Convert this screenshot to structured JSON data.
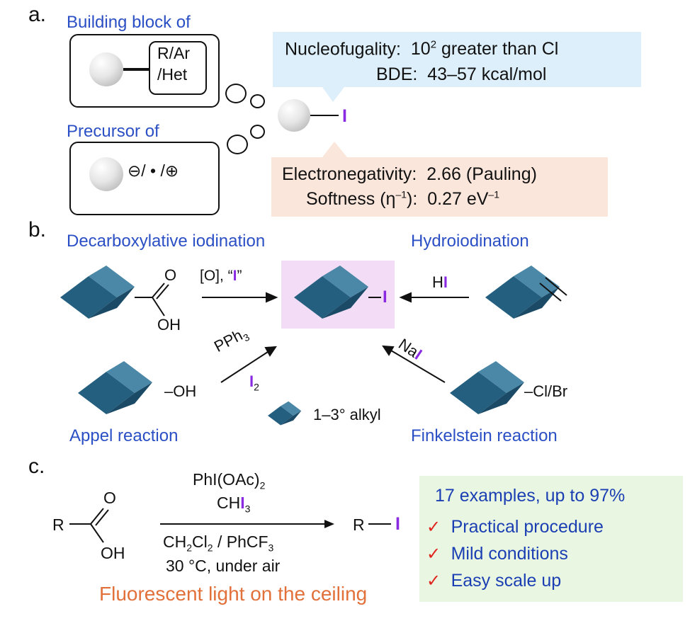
{
  "panel_a": {
    "letter": "a.",
    "building_block_label": "Building block of",
    "r_group_line1": "R/Ar",
    "r_group_line2": "/Het",
    "precursor_label": "Precursor of",
    "species": "⊖/ • /⊕",
    "iodine": "I",
    "nucleofugality_label": "Nucleofugality:",
    "nucleofugality_value_pre": "10",
    "nucleofugality_value_sup": "2",
    "nucleofugality_value_post": " greater than Cl",
    "bde_label": "BDE:",
    "bde_value": "43–57 kcal/mol",
    "electronegativity_label": "Electronegativity:",
    "electronegativity_value": "2.66 (Pauling)",
    "softness_label_pre": "Softness (η",
    "softness_label_sup": "–1",
    "softness_label_post": "):",
    "softness_value_pre": "0.27 eV",
    "softness_value_sup": "–1"
  },
  "panel_b": {
    "letter": "b.",
    "decarboxylative_label": "Decarboxylative iodination",
    "hydroiodination_label": "Hydroiodination",
    "appel_label": "Appel reaction",
    "finkelstein_label": "Finkelstein reaction",
    "oxidant_pre": "[O], “",
    "oxidant_i": "I",
    "oxidant_post": "”",
    "hi_h": "H",
    "hi_i": "I",
    "nai_na": "Na",
    "nai_i": "I",
    "pph3_pre": "PPh",
    "pph3_sub": "3",
    "i2_i": "I",
    "i2_sub": "2",
    "acid_o": "O",
    "acid_oh": "OH",
    "alcohol_oh": "–OH",
    "halide": "–Cl/Br",
    "product_i": "I",
    "alkyl_legend": "1–3° alkyl"
  },
  "panel_c": {
    "letter": "c.",
    "acid_r": "R",
    "acid_o": "O",
    "acid_oh": "OH",
    "reagent1_pre": "PhI(OAc)",
    "reagent1_sub": "2",
    "reagent2_pre": "CH",
    "reagent2_i": "I",
    "reagent2_sub": "3",
    "solvent_a": "CH",
    "solvent_a_sub": "2",
    "solvent_b": "Cl",
    "solvent_b_sub": "2",
    "solvent_c": " / PhCF",
    "solvent_c_sub": "3",
    "conditions": "30 °C, under air",
    "product_r": "R",
    "product_i": "I",
    "light_label": "Fluorescent light on the ceiling",
    "summary_title": "17 examples, up to 97%",
    "check_mark": "✓",
    "features": [
      "Practical procedure",
      "Mild conditions",
      "Easy scale up"
    ]
  },
  "colors": {
    "label_blue": "#2b4fc4",
    "iodine_purple": "#8a2be2",
    "orange": "#e2703a",
    "cube_dark": "#1f5877",
    "cube_light": "#3d7a98",
    "check_red": "#e0251f"
  }
}
